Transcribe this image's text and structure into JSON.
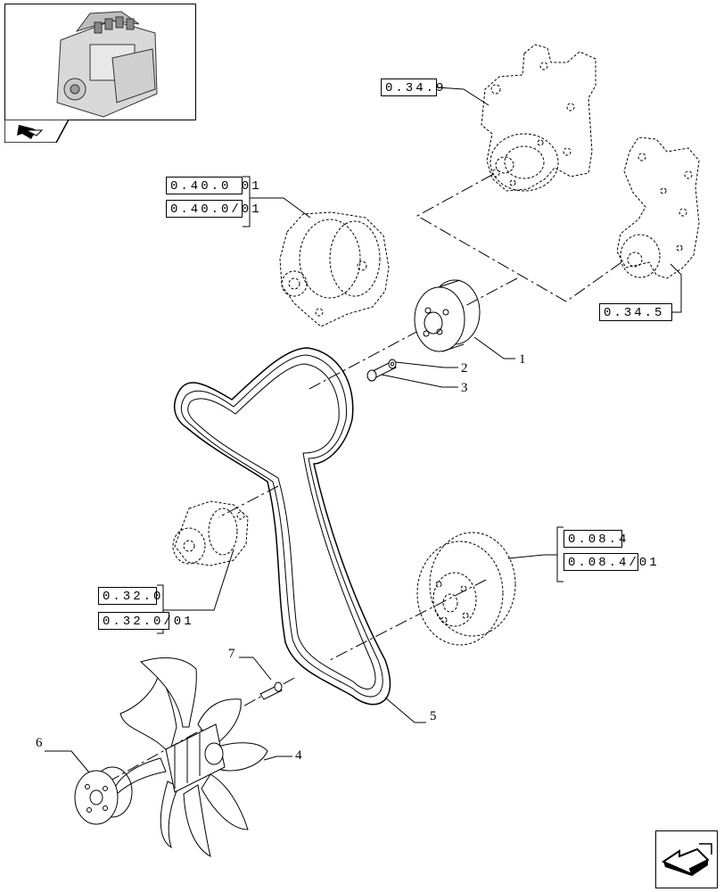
{
  "reference_boxes": [
    {
      "id": "r1",
      "label": "0.34.9"
    },
    {
      "id": "r2",
      "label": "0.40.0 01"
    },
    {
      "id": "r3",
      "label": "0.40.0/01"
    },
    {
      "id": "r4",
      "label": "0.34.5"
    },
    {
      "id": "r5",
      "label": "0.32.0"
    },
    {
      "id": "r6",
      "label": "0.32.0/01"
    },
    {
      "id": "r7",
      "label": "0.08.4"
    },
    {
      "id": "r8",
      "label": "0.08.4/01"
    }
  ],
  "callouts": [
    "1",
    "2",
    "3",
    "4",
    "5",
    "6",
    "7"
  ],
  "icons": {
    "thumbnail": "engine-thumbnail-icon",
    "section_tab": "arrow-icon",
    "nav": "next-page-arrow-icon"
  }
}
